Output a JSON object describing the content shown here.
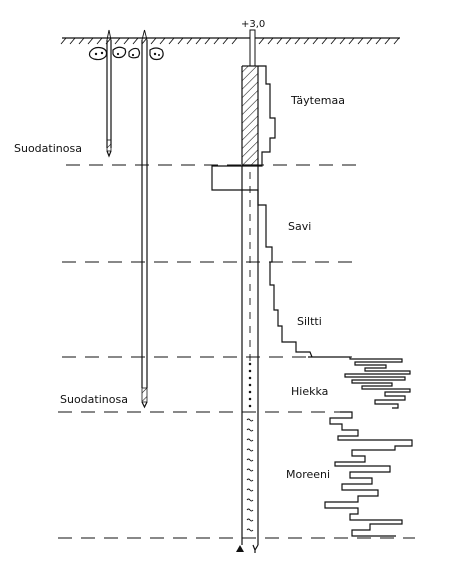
{
  "labels": {
    "elevation": "+3,0",
    "layer_fill": "Täytemaa",
    "layer_clay": "Savi",
    "layer_silt": "Siltti",
    "layer_sand": "Hiekka",
    "layer_till": "Moreeni",
    "filter_upper": "Suodatinosa",
    "filter_lower": "Suodatinosa"
  },
  "colors": {
    "ink": "#111111",
    "background": "#ffffff"
  }
}
